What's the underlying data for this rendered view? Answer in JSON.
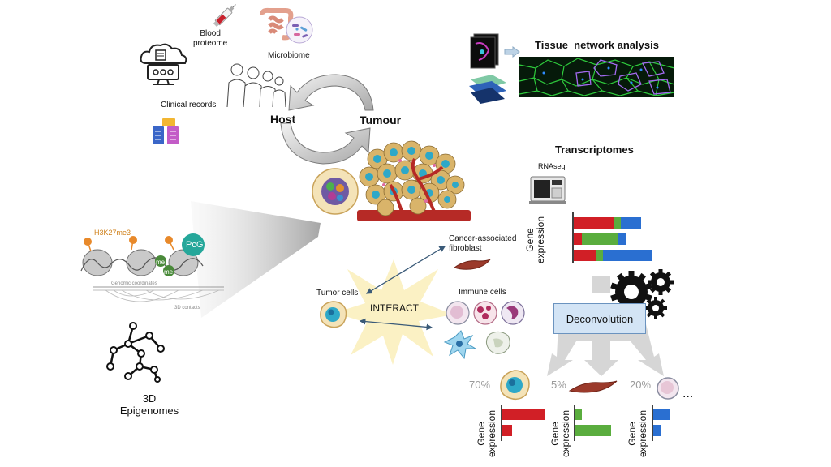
{
  "host_tumour": {
    "blood_proteome": "Blood\nproteome",
    "microbiome": "Microbiome",
    "clinical_records": "Clinical records",
    "host": "Host",
    "tumour": "Tumour"
  },
  "tissue": {
    "title": "Tissue  network analysis"
  },
  "transcriptomes": {
    "title": "Transcriptomes",
    "rnaseq": "RNAseq",
    "gene_expression": "Gene\nexpression",
    "bars": [
      {
        "red": 50,
        "green": 8,
        "blue": 25
      },
      {
        "red": 10,
        "green": 45,
        "blue": 10
      },
      {
        "red": 28,
        "green": 8,
        "blue": 60
      }
    ]
  },
  "epigenomes": {
    "mark": "H3K27me3",
    "pcg": "PcG",
    "me1": "me",
    "me2": "me",
    "genomic": "Genomic coordinates",
    "contacts": "3D contacts",
    "title": "3D\nEpigenomes"
  },
  "interact": {
    "center": "INTERACT",
    "tumor_cells": "Tumor cells",
    "caf": "Cancer-associated\nfibroblast",
    "immune": "Immune cells"
  },
  "deconvolution": {
    "label": "Deconvolution",
    "outputs": [
      {
        "pct": "70%",
        "gene_expression": "Gene\nexpression",
        "bars": [
          {
            "color": "#d11f26",
            "value": 52
          },
          {
            "color": "#d11f26",
            "value": 12
          }
        ]
      },
      {
        "pct": "5%",
        "gene_expression": "Gene\nexpression",
        "bars": [
          {
            "color": "#5aad3e",
            "value": 8
          },
          {
            "color": "#5aad3e",
            "value": 44
          }
        ]
      },
      {
        "pct": "20%",
        "gene_expression": "Gene\nexpression",
        "bars": [
          {
            "color": "#2a6fd1",
            "value": 20
          },
          {
            "color": "#2a6fd1",
            "value": 10
          }
        ]
      }
    ],
    "ellipsis": "..."
  },
  "colors": {
    "red": "#d11f26",
    "green": "#5aad3e",
    "blue": "#2a6fd1",
    "deconv_fill": "#d3e4f5",
    "deconv_border": "#6b93bf"
  }
}
